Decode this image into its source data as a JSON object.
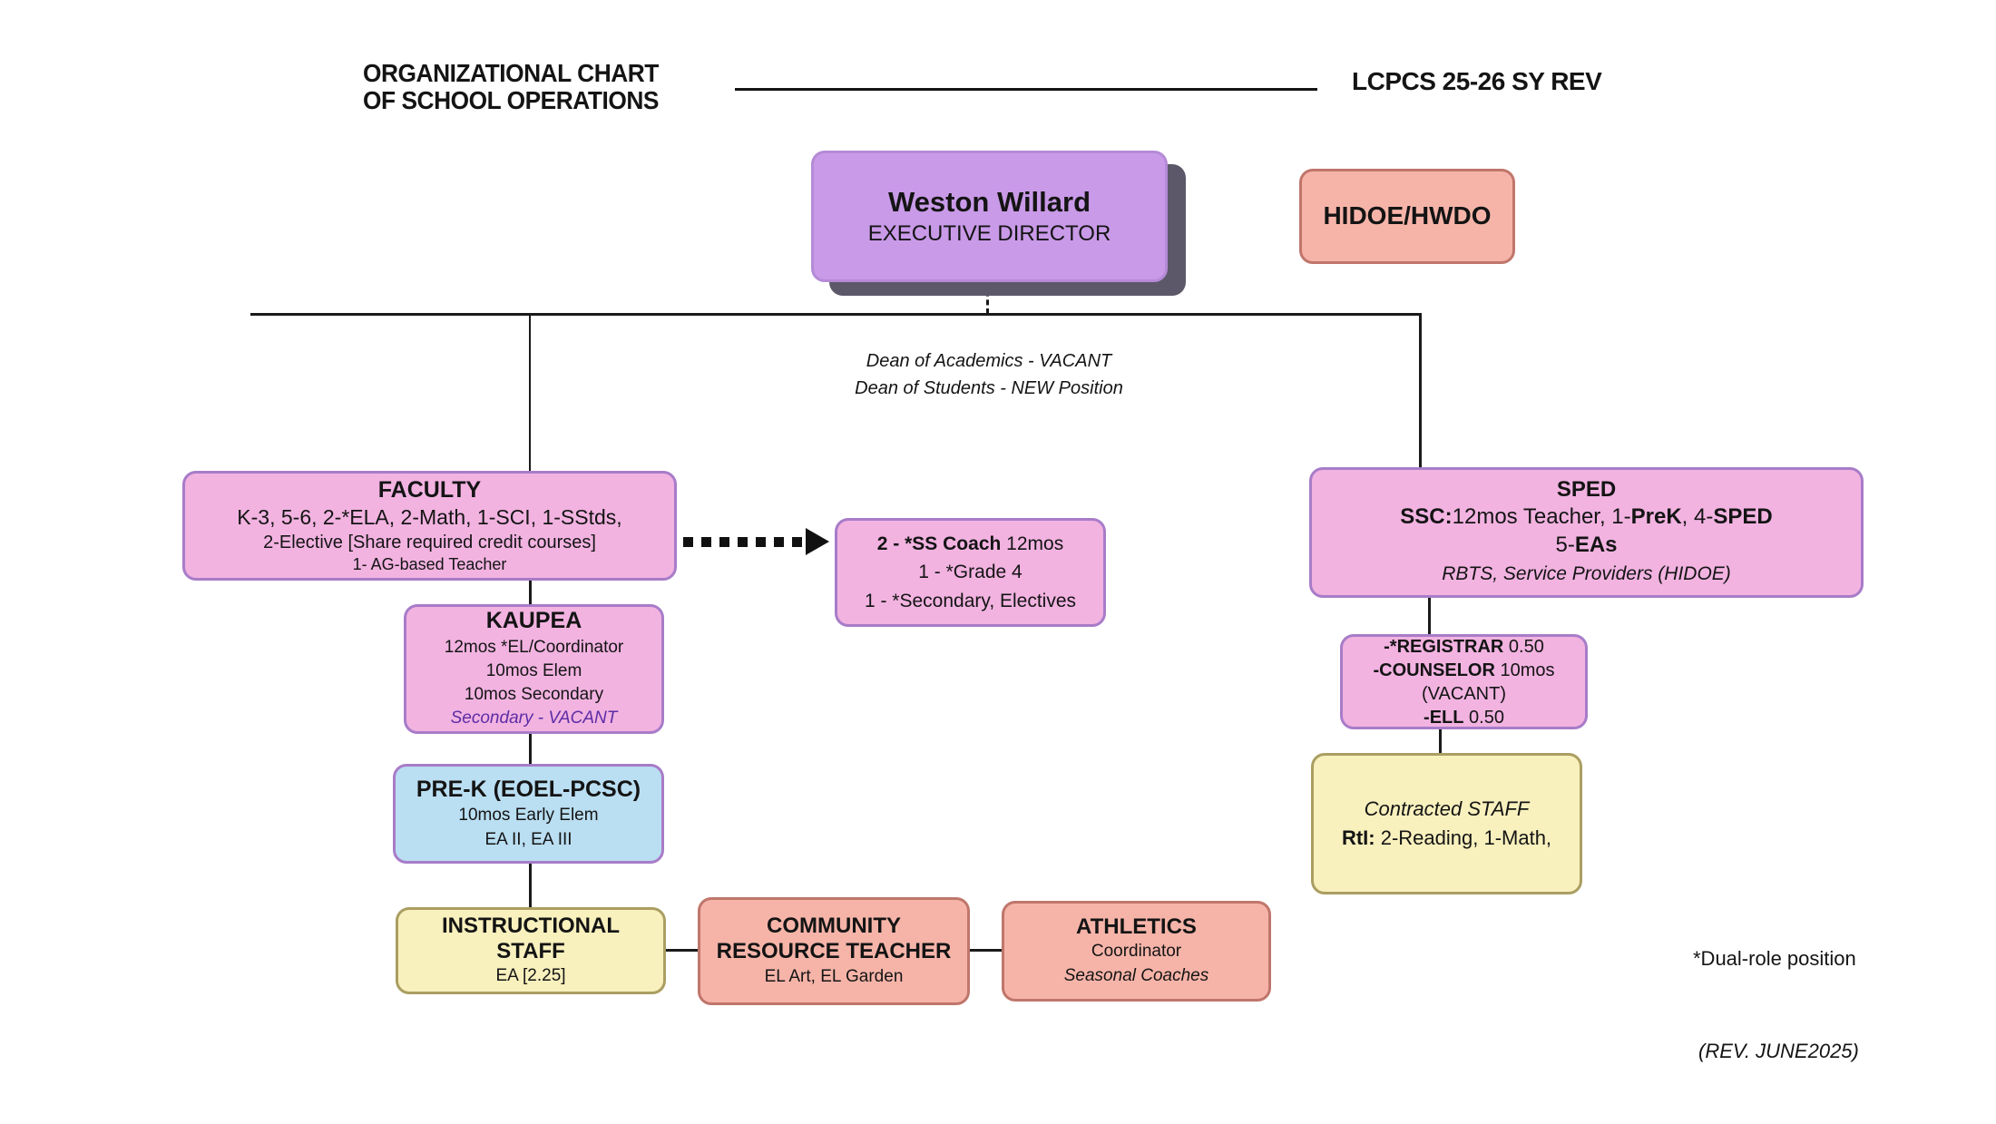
{
  "header": {
    "title": "ORGANIZATIONAL CHART\nOF SCHOOL OPERATIONS",
    "revision_label": "LCPCS 25-26 SY REV"
  },
  "notes": {
    "dean_lines": "Dean of Academics - VACANT\nDean of Students - NEW Position",
    "dual_role": "*Dual-role position",
    "revision_date": "(REV. JUNE2025)"
  },
  "colors": {
    "pink_fill": "#f2b3e1",
    "pink_border": "#a87cc8",
    "purple_fill": "#c99ae8",
    "purple_shadow": "#5d5869",
    "salmon_fill": "#f6b4a9",
    "salmon_border": "#c0766b",
    "blue_fill": "#badef2",
    "yellow_fill": "#f8f0bd",
    "yellow_border": "#aa9e62",
    "vacant_text": "#5c2da5",
    "line_color": "#1a1a1a"
  },
  "boxes": {
    "executive": {
      "name": "Weston Willard",
      "title": "EXECUTIVE DIRECTOR"
    },
    "hidoe": {
      "label": "HIDOE/HWDO"
    },
    "faculty": {
      "title": "FACULTY",
      "line1": "K-3, 5-6, 2-*ELA, 2-Math, 1-SCI, 1-SStds,",
      "line2": "2-Elective [Share required credit courses]",
      "line3": "1- AG-based Teacher"
    },
    "ss_coach": {
      "l1_bold": "2 - *SS Coach",
      "l1_rest": " 12mos",
      "line2": "1 - *Grade 4",
      "line3": "1 - *Secondary, Electives"
    },
    "kaupea": {
      "title": "KAUPEA",
      "line1": "12mos *EL/Coordinator",
      "line2": "10mos Elem",
      "line3": "10mos Secondary",
      "vacant": "Secondary - VACANT"
    },
    "prek": {
      "title": "PRE-K (EOEL-PCSC)",
      "line1": "10mos Early Elem",
      "line2": "EA II, EA III"
    },
    "instructional": {
      "title": "INSTRUCTIONAL STAFF",
      "line1": "EA [2.25]"
    },
    "community": {
      "title": "COMMUNITY RESOURCE TEACHER",
      "line1": "EL Art, EL Garden"
    },
    "athletics": {
      "title": "ATHLETICS",
      "line1": "Coordinator",
      "line2": "Seasonal Coaches"
    },
    "sped": {
      "title": "SPED",
      "l2_seg1": "SSC:",
      "l2_seg2": "12mos Teacher, 1-",
      "l2_seg3": "PreK",
      "l2_seg4": ", 4-",
      "l2_seg5": "SPED",
      "l3_seg1": "5-",
      "l3_seg2": "EAs",
      "line4": "RBTS, Service Providers (HIDOE)"
    },
    "registrar": {
      "l1_bold": "-*REGISTRAR",
      "l1_rest": " 0.50",
      "l2_bold": "-COUNSELOR",
      "l2_rest": " 10mos",
      "line3": "(VACANT)",
      "l4_bold": "-ELL",
      "l4_rest": " 0.50"
    },
    "contracted": {
      "title": "Contracted STAFF",
      "l2_bold": "RtI:",
      "l2_rest": " 2-Reading, 1-Math,"
    }
  }
}
